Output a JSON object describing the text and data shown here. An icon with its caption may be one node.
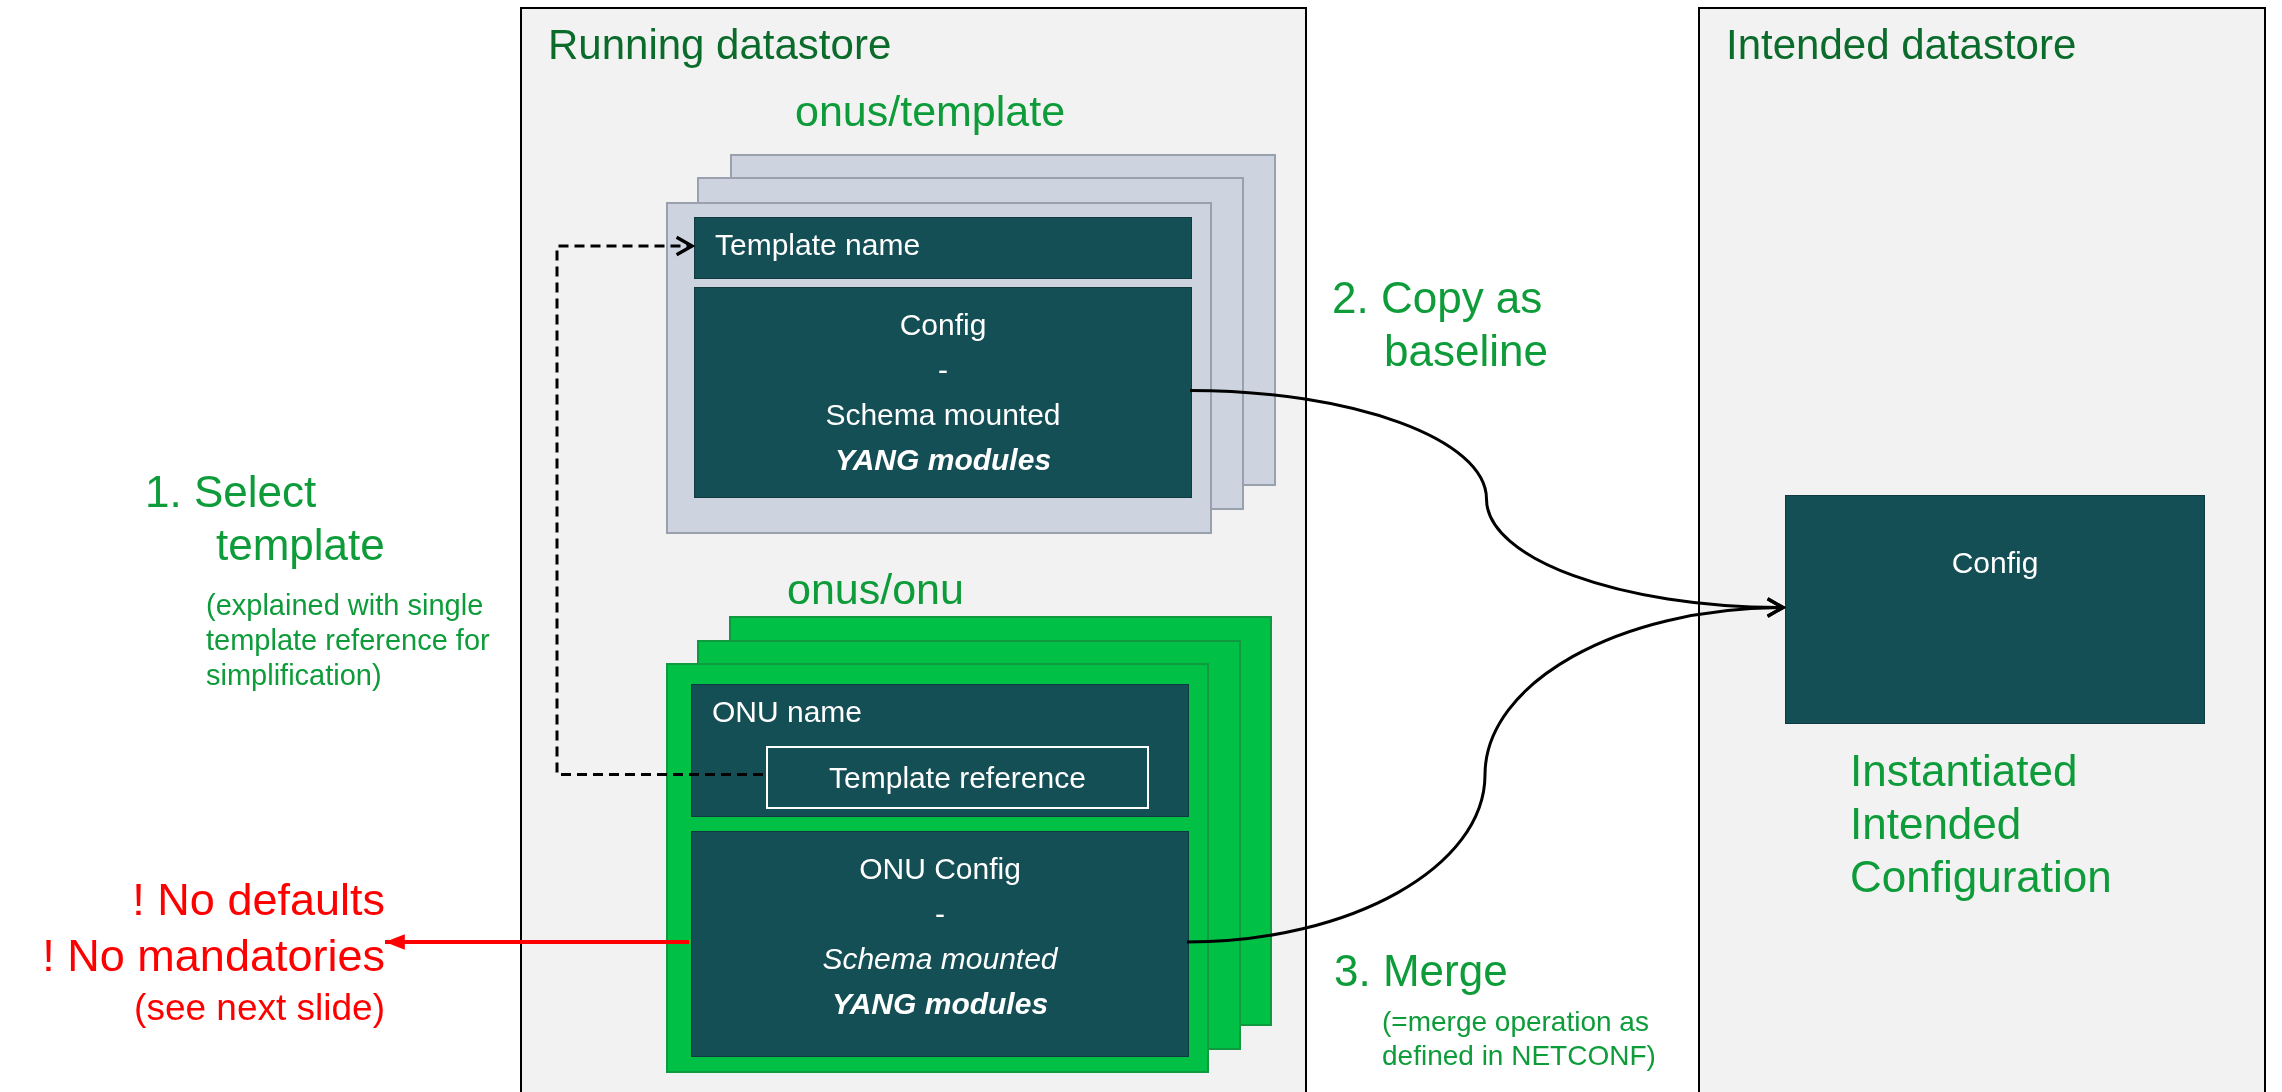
{
  "diagram": {
    "nodes": [
      {
        "text": [
          "Running datastore"
        ]
      },
      {
        "text": [
          "onus/template"
        ],
        "in": 0
      },
      {
        "text": [
          "Template name"
        ],
        "in": 1
      },
      {
        "text": [
          "Config",
          "-",
          "Schema mounted **YANG modules**"
        ],
        "in": 1
      },
      {
        "text": [
          "onus/onu"
        ],
        "in": 0
      },
      {
        "text": [
          "ONU name"
        ],
        "in": 4
      },
      {
        "text": [
          "Template reference"
        ],
        "in": 5
      },
      {
        "text": [
          "ONU Config",
          "-",
          "*Schema mounted* **YANG modules**"
        ],
        "in": 4
      },
      {
        "text": [
          "Intended datastore"
        ]
      },
      {
        "text": [
          "Config"
        ],
        "in": 8,
        "beside": [
          "Instantiated Intended Configuration"
        ]
      },
      {
        "text": [
          "! No defaults",
          "! No mandatories",
          "(see next slide)"
        ]
      }
    ],
    "edges": [
      {
        "from": 6,
        "to": 2,
        "arrow": "to",
        "style": "dashed"
      },
      {
        "from": 3,
        "to": 9,
        "arrow": "to"
      },
      {
        "from": 7,
        "to": 9,
        "arrow": "to"
      },
      {
        "from": 7,
        "to": 10,
        "arrow": "to",
        "color": "#ff0000"
      }
    ],
    "labels": [
      "1. Select template",
      "(explained with single template reference for simplification)",
      "2. Copy as baseline",
      "3. Merge",
      "(=merge operation as defined in NETCONF)"
    ]
  }
}
